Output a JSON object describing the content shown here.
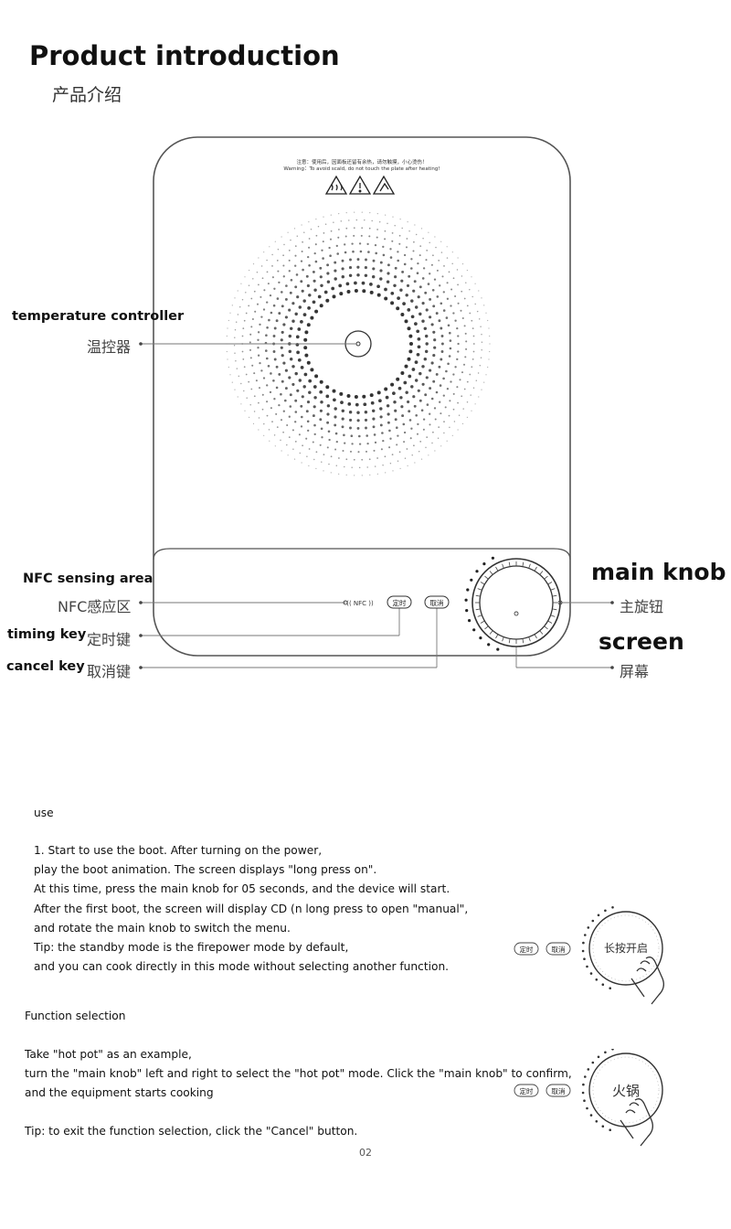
{
  "header": {
    "title_en": "Product introduction",
    "title_zh": "产品介绍"
  },
  "device": {
    "warning_zh": "注意：使用后，因面板还留有余热，请勿触摸，小心烫伤！",
    "warning_en": "Warning：To avoid scald, do not touch the plate after heating!",
    "nfc_tag": "(( NFC ))",
    "timer_button": "定时",
    "cancel_button": "取消"
  },
  "labels": {
    "temperature_controller_en": "temperature controller",
    "temperature_controller_zh": "温控器",
    "nfc_en": "NFC sensing area",
    "nfc_zh": "NFC感应区",
    "timing_en": "timing key",
    "timing_zh": "定时键",
    "cancel_en": "cancel key",
    "cancel_zh": "取消键",
    "knob_en": "main knob",
    "knob_zh": "主旋钮",
    "screen_en": "screen",
    "screen_zh": "屏幕"
  },
  "usage": {
    "heading": "use",
    "lines": [
      "1. Start to use the boot. After turning on the power,",
      "play the boot animation. The screen displays \"long press on\".",
      "At this time, press the main knob for 05 seconds, and the device will start.",
      "After the first boot, the screen will display CD (n long press to open \"manual\",",
      "and rotate the main knob to switch the menu.",
      "Tip: the standby mode is the firepower mode by default,",
      "and you can cook directly in this mode without selecting another function."
    ],
    "illustration_label": "长按开启",
    "illustration_timer": "定时",
    "illustration_cancel": "取消"
  },
  "function": {
    "heading": "Function selection",
    "lines": [
      "Take \"hot pot\" as an example,",
      "turn the \"main knob\" left and right to select the \"hot pot\" mode. Click the \"main knob\" to confirm,",
      " and the equipment starts cooking"
    ],
    "tip": "Tip: to exit the function selection, click the \"Cancel\" button.",
    "illustration_label": "火锅",
    "illustration_timer": "定时",
    "illustration_cancel": "取消"
  },
  "footer": {
    "page_number": "02"
  }
}
